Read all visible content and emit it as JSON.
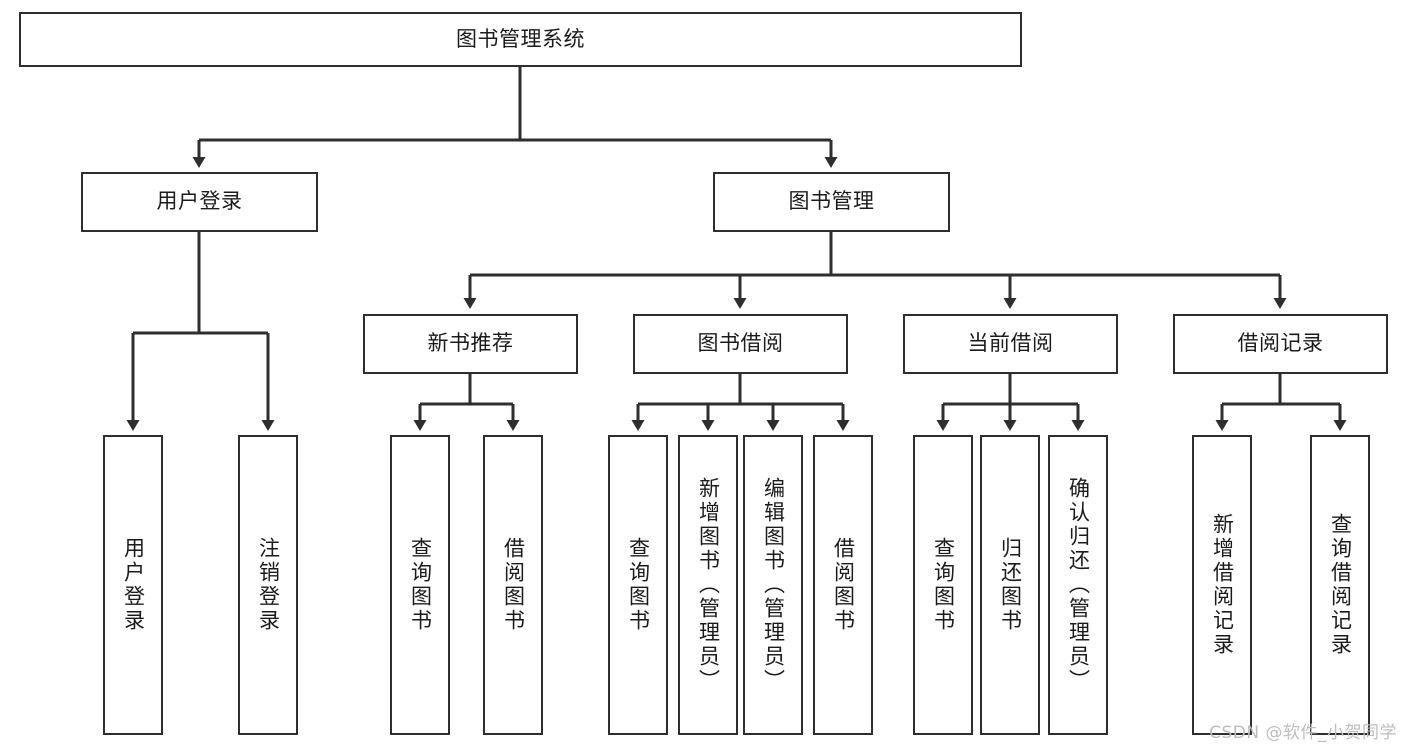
{
  "diagram": {
    "type": "tree",
    "title_node": "图书管理系统",
    "watermark": "CSDN @软件_小贺同学",
    "colors": {
      "stroke": "#2e2e2e",
      "fill": "#ffffff",
      "text": "#1b1b1b",
      "watermark": "#bdbdbd"
    },
    "nodes": {
      "root": {
        "label": "图书管理系统"
      },
      "level2": [
        {
          "label": "用户登录"
        },
        {
          "label": "图书管理"
        }
      ],
      "level3": [
        {
          "label": "新书推荐"
        },
        {
          "label": "图书借阅"
        },
        {
          "label": "当前借阅"
        },
        {
          "label": "借阅记录"
        }
      ],
      "leaves_user_login": [
        {
          "label": "用户登录"
        },
        {
          "label": "注销登录"
        }
      ],
      "leaves_new_books": [
        {
          "label": "查询图书"
        },
        {
          "label": "借阅图书"
        }
      ],
      "leaves_borrow": [
        {
          "label": "查询图书"
        },
        {
          "label": "新增图书（管理员）"
        },
        {
          "label": "编辑图书（管理员）"
        },
        {
          "label": "借阅图书"
        }
      ],
      "leaves_current": [
        {
          "label": "查询图书"
        },
        {
          "label": "归还图书"
        },
        {
          "label": "确认归还（管理员）"
        }
      ],
      "leaves_records": [
        {
          "label": "新增借阅记录"
        },
        {
          "label": "查询借阅记录"
        }
      ]
    }
  }
}
